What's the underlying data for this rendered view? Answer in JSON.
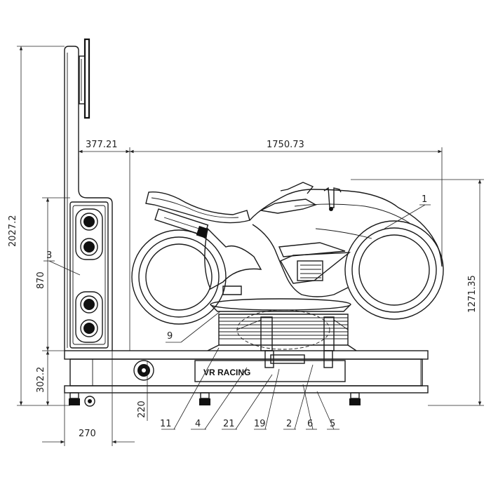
{
  "dimensions": {
    "total_height": "2027.2",
    "panel_offset": "377.21",
    "body_length": "1750.73",
    "speaker_height": "870",
    "seat_height": "1271.35",
    "base_height": "302.2",
    "base_width": "270",
    "wheel_size": "220"
  },
  "base_label": "VR RACING",
  "callouts": [
    "1",
    "3",
    "9",
    "11",
    "4",
    "21",
    "19",
    "2",
    "6",
    "5"
  ],
  "colors": {
    "line": "#1a1a1a",
    "background": "#ffffff"
  }
}
